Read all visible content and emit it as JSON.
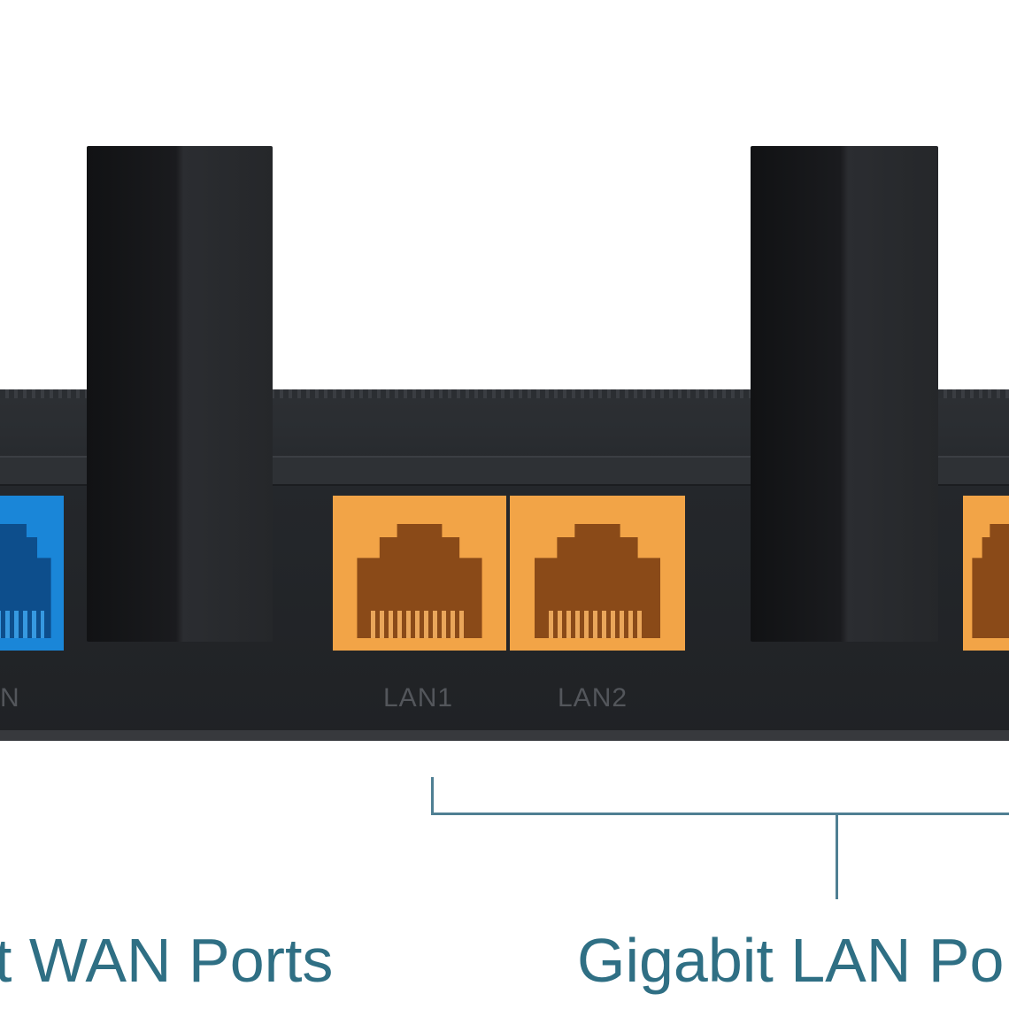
{
  "captions": {
    "wan": "t WAN Ports",
    "lan": "Gigabit LAN Po"
  },
  "port_labels": {
    "wan": "N",
    "lan1": "LAN1",
    "lan2": "LAN2"
  },
  "colors": {
    "wan_port": "#1a86d8",
    "lan_port": "#f2a447",
    "router_body": "#24272b",
    "caption_text": "#2f6f84"
  }
}
